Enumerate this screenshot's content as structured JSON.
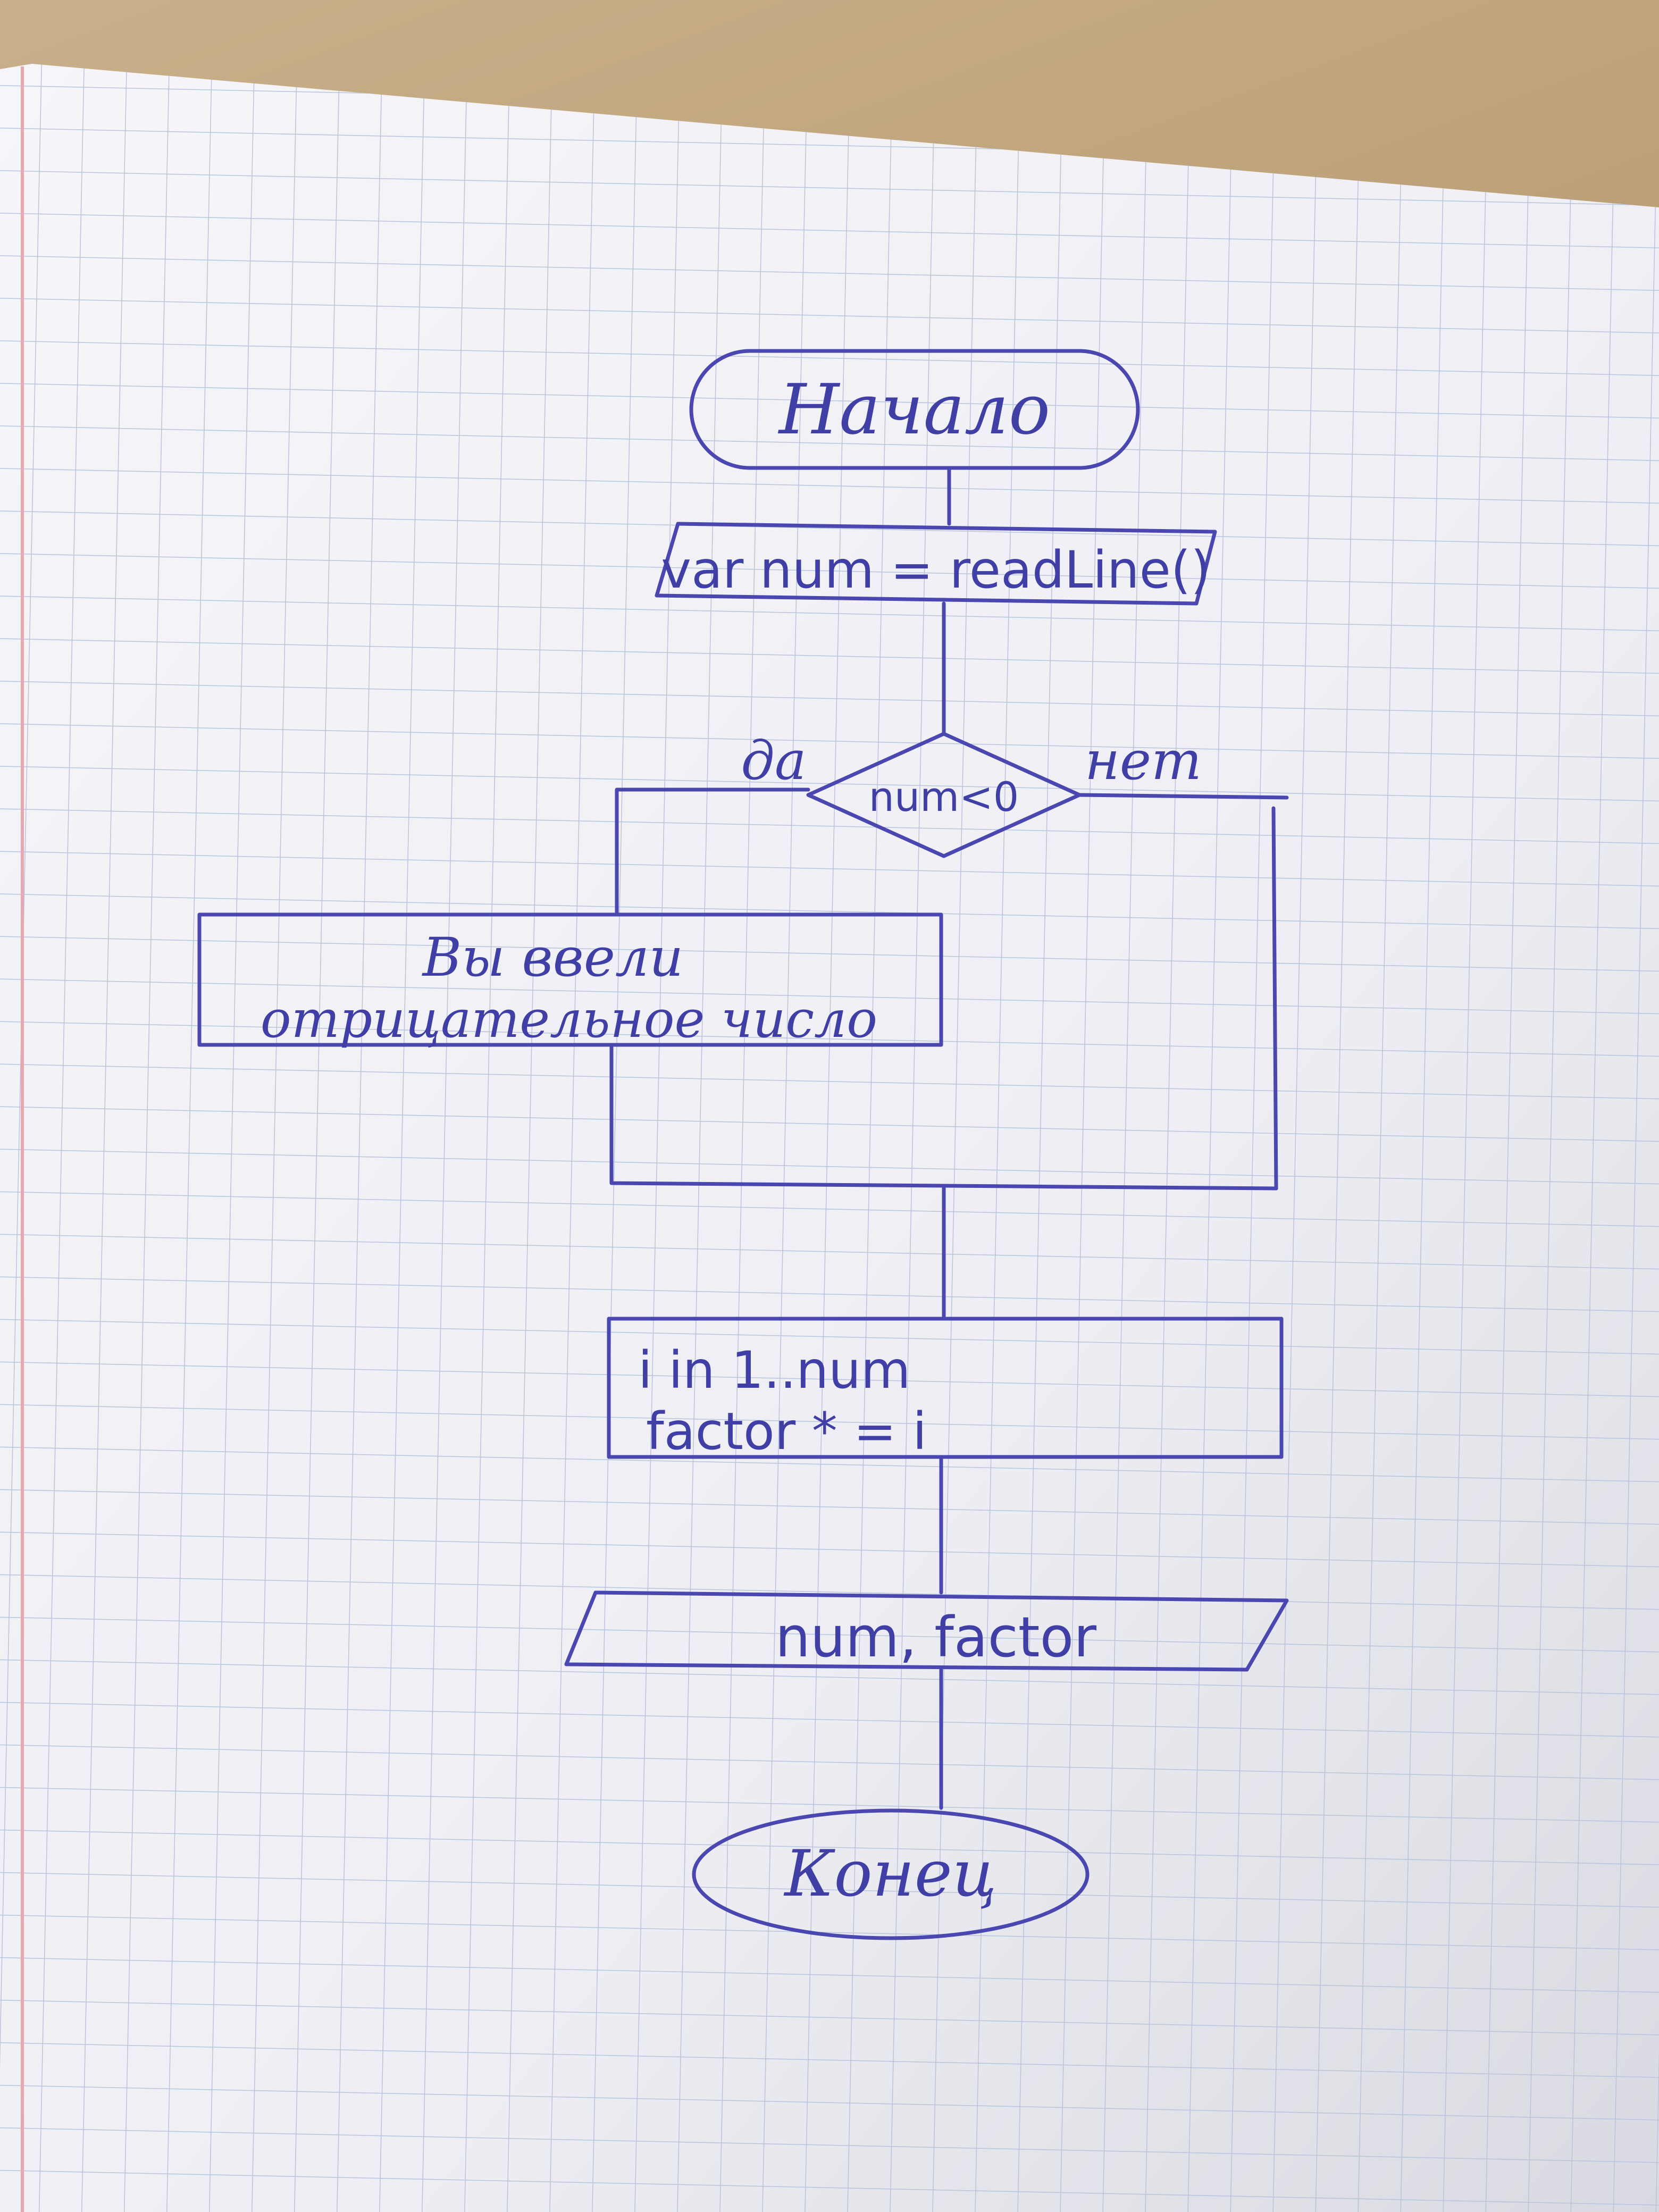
{
  "flowchart": {
    "start_label": "Начало",
    "input_label": "var num = readLine()",
    "decision_label": "num<0",
    "yes_label": "да",
    "no_label": "нет",
    "message_line1": "Вы ввели",
    "message_line2": "отрицательное число",
    "loop_line1": "i in 1..num",
    "loop_line2": "factor * = i",
    "output_label": "num, factor",
    "end_label": "Конец"
  },
  "colors": {
    "ink": "#4a47b0",
    "paper": "#f3f2f6",
    "grid": "#b9c3dd",
    "margin_line": "#e9a7b0"
  }
}
